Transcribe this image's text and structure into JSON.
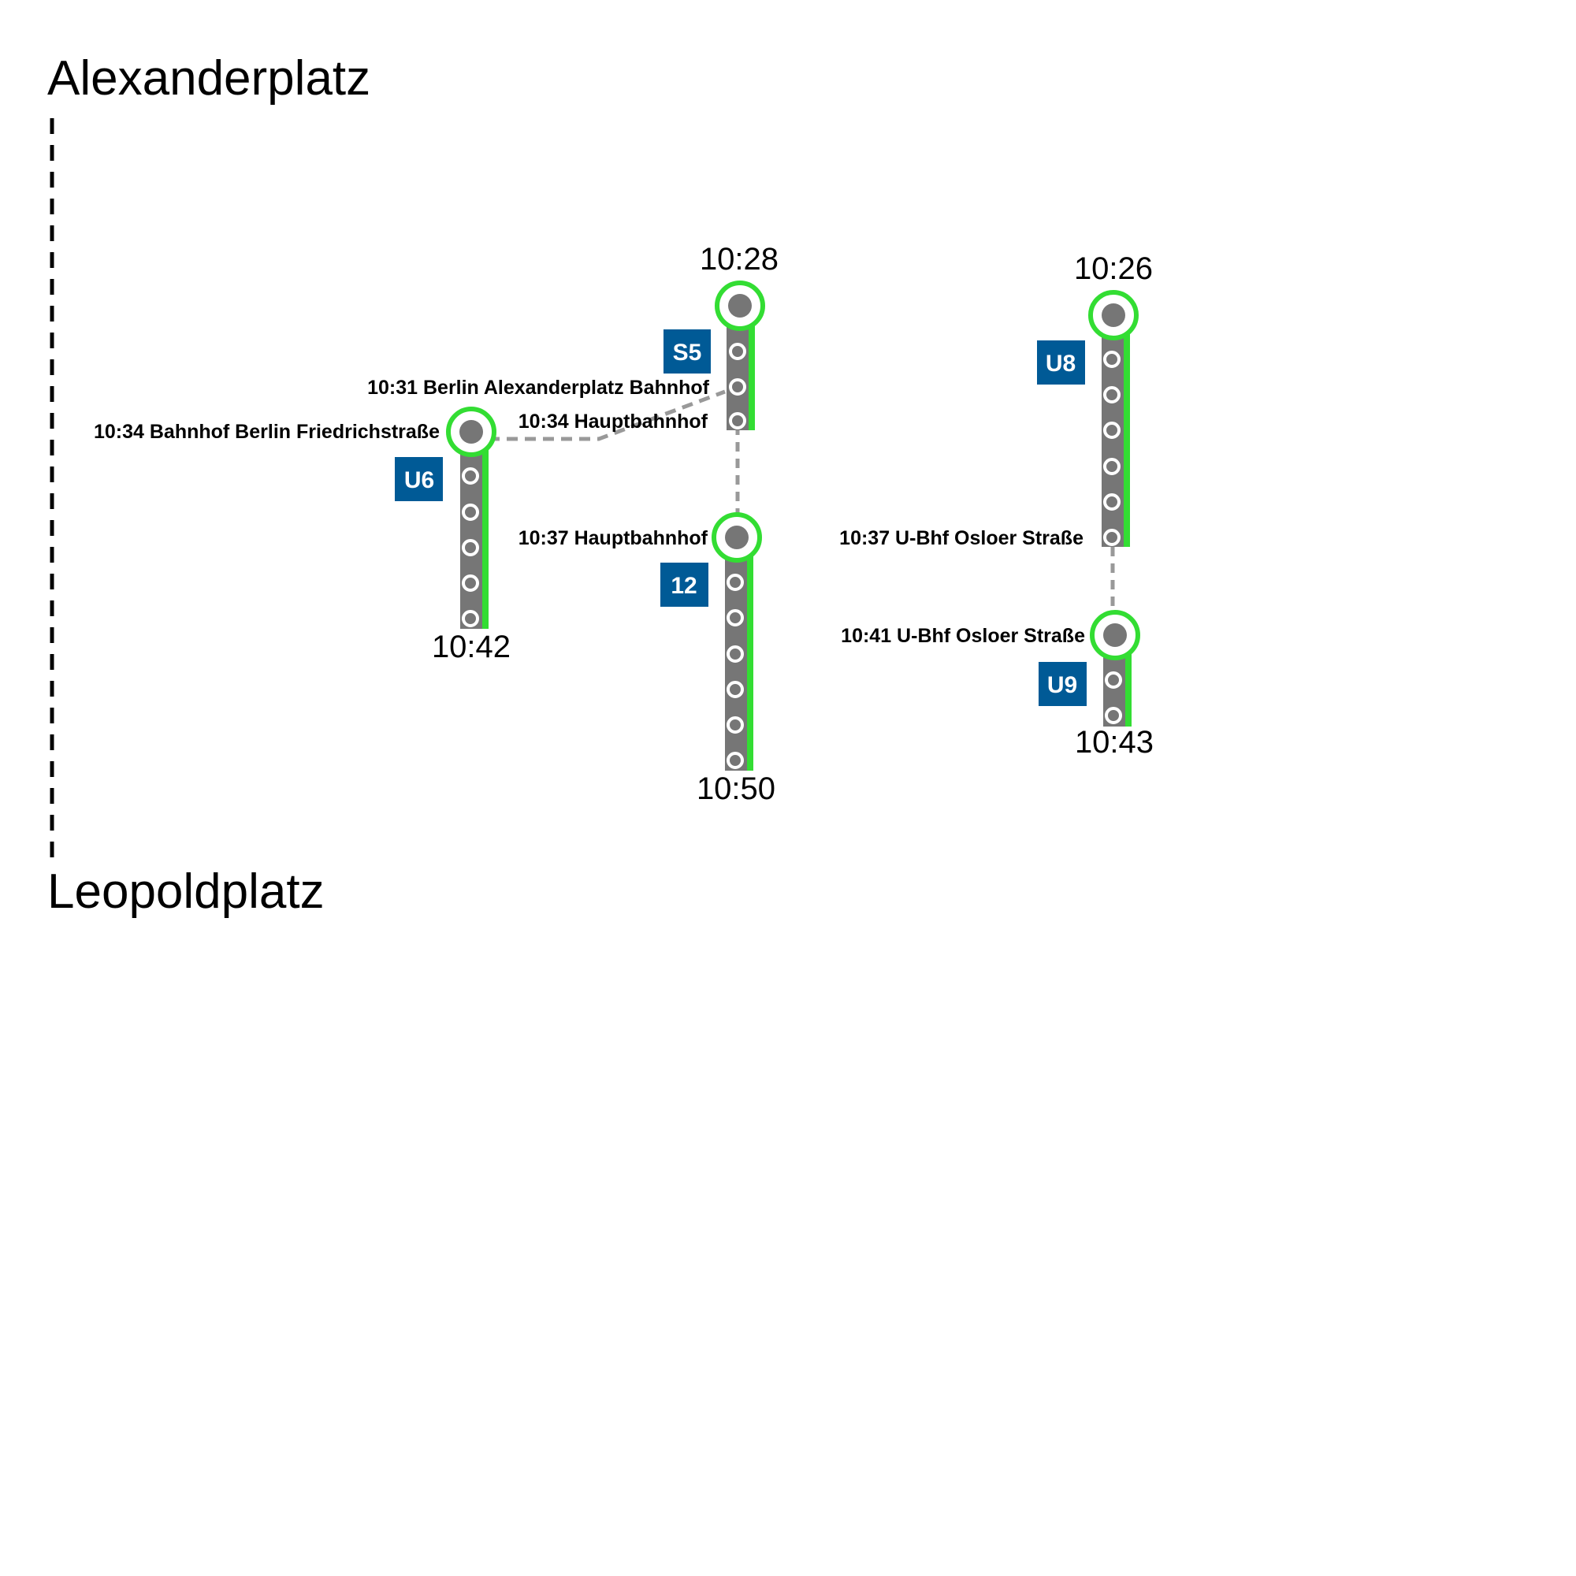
{
  "header": {
    "origin": "Alexanderplatz",
    "destination": "Leopoldplatz"
  },
  "colors": {
    "track": "#767676",
    "progress": "#33dd33",
    "badge": "#005a96",
    "badge_text": "#ffffff",
    "transfer": "#999999",
    "timeline": "#000000"
  },
  "legs": [
    {
      "id": "s5",
      "line": "S5",
      "departure": "10:28",
      "arrival": "",
      "intermediate_stops": 3,
      "stations": [
        {
          "label": "10:31 Berlin Alexanderplatz Bahnhof"
        },
        {
          "label": "10:34 Hauptbahnhof"
        }
      ]
    },
    {
      "id": "u6",
      "line": "U6",
      "departure": "",
      "arrival": "10:42",
      "intermediate_stops": 5,
      "stations": [
        {
          "label": "10:34 Bahnhof Berlin Friedrichstraße"
        }
      ]
    },
    {
      "id": "bus12",
      "line": "12",
      "departure": "",
      "arrival": "10:50",
      "intermediate_stops": 6,
      "stations": [
        {
          "label": "10:37 Hauptbahnhof"
        }
      ]
    },
    {
      "id": "u8",
      "line": "U8",
      "departure": "10:26",
      "arrival": "",
      "intermediate_stops": 6,
      "stations": [
        {
          "label": "10:37 U-Bhf Osloer Straße"
        }
      ]
    },
    {
      "id": "u9",
      "line": "U9",
      "departure": "",
      "arrival": "10:43",
      "intermediate_stops": 2,
      "stations": [
        {
          "label": "10:41 U-Bhf Osloer Straße"
        }
      ]
    }
  ]
}
